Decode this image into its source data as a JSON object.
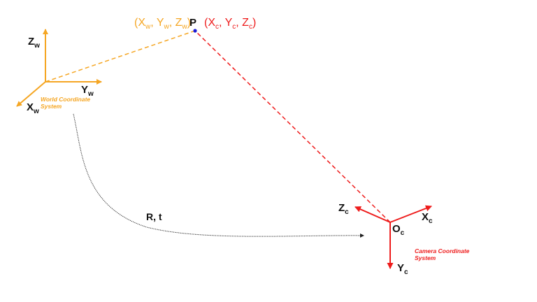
{
  "colors": {
    "world": "#f5a623",
    "camera": "#ee1c1c",
    "point": "#1c1cd6",
    "transform": "#222222",
    "text": "#111111"
  },
  "world": {
    "axis_x": {
      "base": "X",
      "sub": "w"
    },
    "axis_y": {
      "base": "Y",
      "sub": "w"
    },
    "axis_z": {
      "base": "Z",
      "sub": "w"
    },
    "system_label_line1": "World Coordinate",
    "system_label_line2": "System"
  },
  "point": {
    "label": "P",
    "world_coords": {
      "open": "(X",
      "s1": "w",
      "c1": ", Y",
      "s2": "w",
      "c2": ", Z",
      "s3": "w",
      "close": ")"
    },
    "camera_coords": {
      "open": "(X",
      "s1": "c",
      "c1": ", Y",
      "s2": "c",
      "c2": ", Z",
      "s3": "c",
      "close": ")"
    }
  },
  "camera": {
    "origin": {
      "base": "O",
      "sub": "c"
    },
    "axis_x": {
      "base": "X",
      "sub": "c"
    },
    "axis_y": {
      "base": "Y",
      "sub": "c"
    },
    "axis_z": {
      "base": "Z",
      "sub": "c"
    },
    "system_label_line1": "Camera Coordinate",
    "system_label_line2": "System"
  },
  "transform": {
    "label": "R, t"
  }
}
